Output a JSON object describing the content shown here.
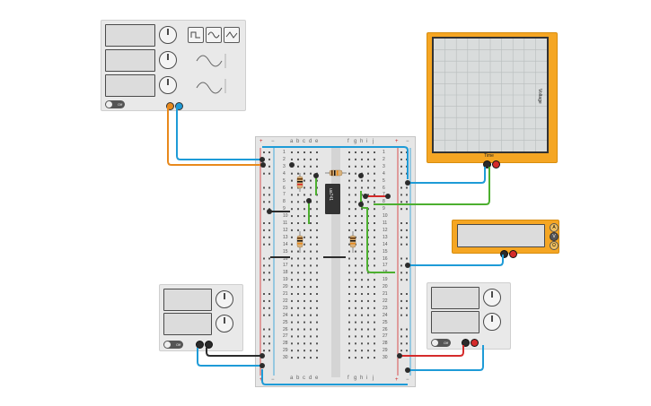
{
  "function_generator": {
    "toggle_label": "Off",
    "wave_icons": [
      "square-wave-icon",
      "sine-wave-icon",
      "triangle-wave-icon"
    ]
  },
  "oscilloscope": {
    "x_label": "Time",
    "y_label": "Voltage"
  },
  "multimeter": {
    "mode_icons": [
      "A",
      "V",
      "Ω"
    ]
  },
  "power_supply_left": {
    "toggle_label": "Off"
  },
  "power_supply_right": {
    "toggle_label": "Off"
  },
  "breadboard": {
    "columns_left": [
      "a",
      "b",
      "c",
      "d",
      "e"
    ],
    "columns_right": [
      "f",
      "g",
      "h",
      "i",
      "j"
    ],
    "rows": [
      "1",
      "2",
      "3",
      "4",
      "5",
      "6",
      "7",
      "8",
      "9",
      "10",
      "11",
      "12",
      "13",
      "14",
      "15",
      "16",
      "17",
      "18",
      "19",
      "20",
      "21",
      "22",
      "23",
      "24",
      "25",
      "26",
      "27",
      "28",
      "29",
      "30"
    ],
    "rail_plus": "+",
    "rail_minus": "−"
  },
  "chip": {
    "label": "ua741"
  },
  "colors": {
    "wire_blue": "#1e9bd7",
    "wire_orange": "#e8891c",
    "wire_green": "#4caf2f",
    "wire_red": "#d52b2b",
    "wire_black": "#2b2b2b",
    "instrument_orange": "#f5a623"
  }
}
